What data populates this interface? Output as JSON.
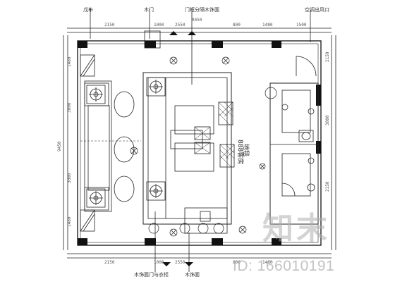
{
  "labels": {
    "top": [
      "戊布",
      "木门",
      "门框分隔木饰面",
      "空调出风口"
    ],
    "bottom": [
      "木饰面门与衣柜",
      "木饰面"
    ]
  },
  "room_name": "888客房",
  "room_sub": "地毯",
  "dims": {
    "top_row": [
      "2150",
      "1000",
      "2550",
      "800",
      "1480",
      "1500"
    ],
    "top_total": "9450",
    "bottom_row": [
      "2150",
      "1000",
      "2550",
      "800",
      "1480"
    ],
    "left_col": [
      "1480",
      "3000",
      "3000",
      "1480"
    ],
    "left_total": "9450",
    "right_col": [
      "2150",
      "3000",
      "2150"
    ]
  },
  "watermark": {
    "logo": "知末",
    "id": "ID: 166010191"
  }
}
